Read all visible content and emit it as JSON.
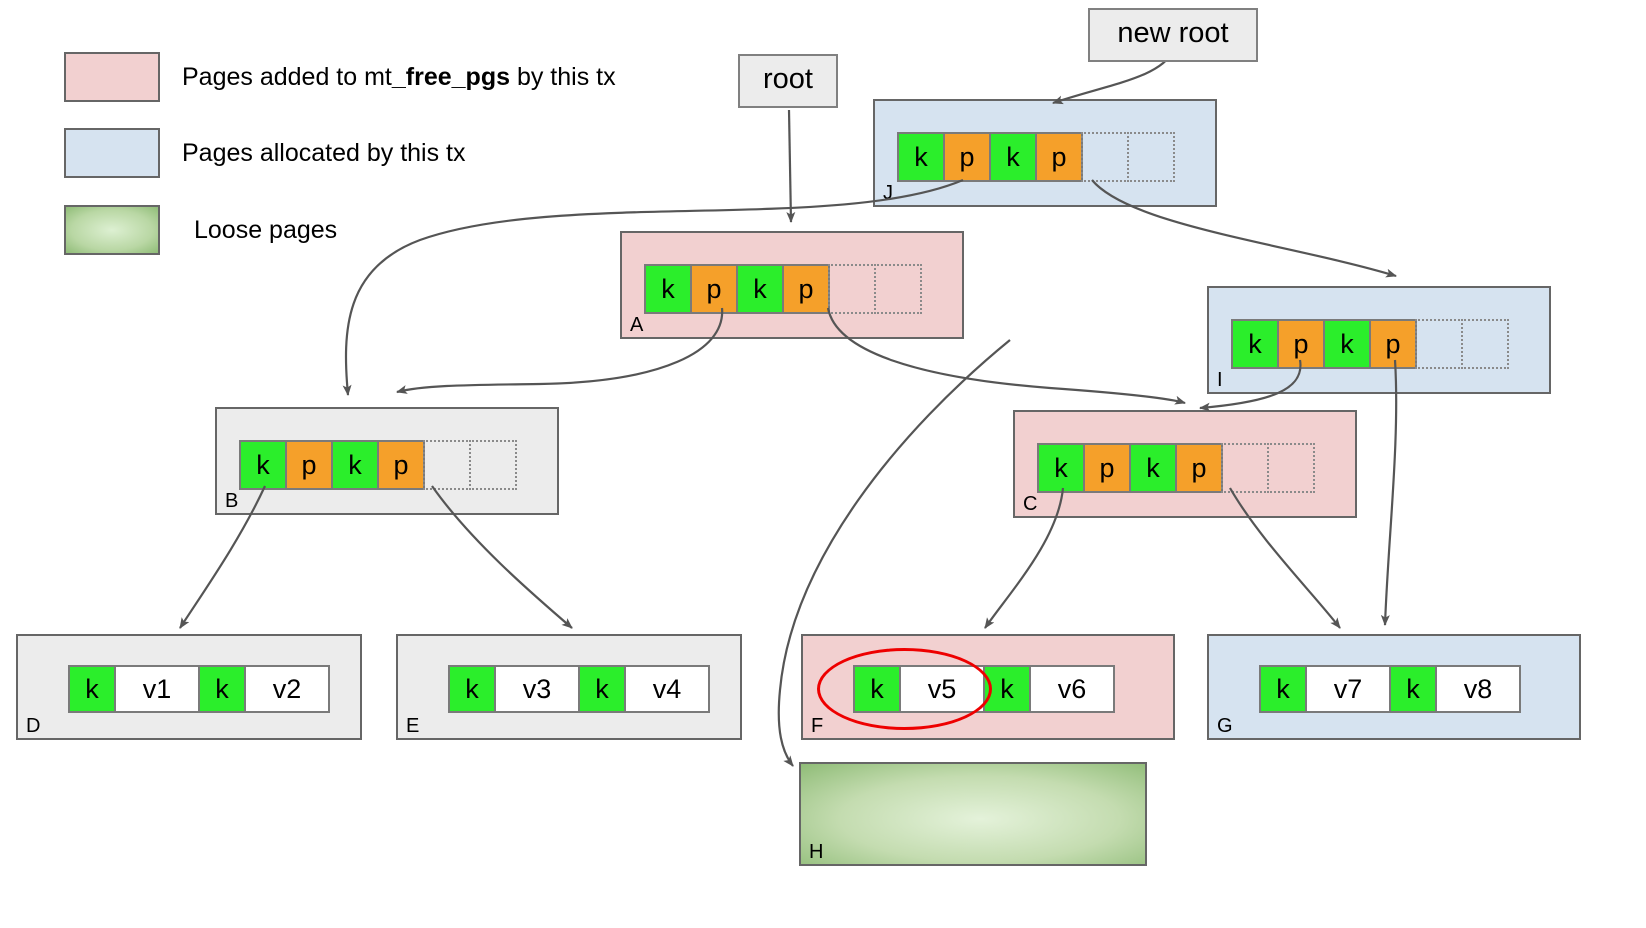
{
  "diagram": {
    "title": "B-tree copy-on-write page allocation diagram",
    "colors": {
      "pink": "#f2d0d0",
      "blue": "#d6e3f0",
      "gray": "#ececec",
      "green": "#8fbc77",
      "key_cell": "#2bee2b",
      "ptr_cell": "#f5a02a",
      "highlight": "#ee0000"
    }
  },
  "legend": {
    "items": [
      {
        "swatch": "pink",
        "text_before": "Pages added to mt",
        "text_bold": "_free_pgs",
        "text_after": " by this tx"
      },
      {
        "swatch": "blue",
        "label": "Pages allocated by this tx"
      },
      {
        "swatch": "green",
        "label": "Loose pages"
      }
    ],
    "pink_label_before": "Pages added to mt",
    "pink_label_bold": "_free_pgs",
    "pink_label_after": " by this tx",
    "blue_label": "Pages allocated by this tx",
    "green_label": "Loose pages"
  },
  "callouts": {
    "root": "root",
    "new_root": "new root"
  },
  "nodes": {
    "J": {
      "letter": "J",
      "fill": "blue",
      "kind": "internal",
      "cells": [
        "k",
        "p",
        "k",
        "p"
      ],
      "empty_slots": 2
    },
    "A": {
      "letter": "A",
      "fill": "pink",
      "kind": "internal",
      "cells": [
        "k",
        "p",
        "k",
        "p"
      ],
      "empty_slots": 2
    },
    "I": {
      "letter": "I",
      "fill": "blue",
      "kind": "internal",
      "cells": [
        "k",
        "p",
        "k",
        "p"
      ],
      "empty_slots": 2
    },
    "B": {
      "letter": "B",
      "fill": "gray",
      "kind": "internal",
      "cells": [
        "k",
        "p",
        "k",
        "p"
      ],
      "empty_slots": 2
    },
    "C": {
      "letter": "C",
      "fill": "pink",
      "kind": "internal",
      "cells": [
        "k",
        "p",
        "k",
        "p"
      ],
      "empty_slots": 2
    },
    "D": {
      "letter": "D",
      "fill": "gray",
      "kind": "leaf",
      "pairs": [
        {
          "k": "k",
          "v": "v1"
        },
        {
          "k": "k",
          "v": "v2"
        }
      ]
    },
    "E": {
      "letter": "E",
      "fill": "gray",
      "kind": "leaf",
      "pairs": [
        {
          "k": "k",
          "v": "v3"
        },
        {
          "k": "k",
          "v": "v4"
        }
      ]
    },
    "F": {
      "letter": "F",
      "fill": "pink",
      "kind": "leaf",
      "pairs": [
        {
          "k": "k",
          "v": "v5"
        },
        {
          "k": "k",
          "v": "v6"
        }
      ],
      "highlighted_pair": 0
    },
    "G": {
      "letter": "G",
      "fill": "blue",
      "kind": "leaf",
      "pairs": [
        {
          "k": "k",
          "v": "v7"
        },
        {
          "k": "k",
          "v": "v8"
        }
      ]
    },
    "H": {
      "letter": "H",
      "fill": "loose",
      "kind": "loose"
    }
  },
  "edges": [
    {
      "from": "root-callout",
      "to": "A"
    },
    {
      "from": "new-root-callout",
      "to": "J"
    },
    {
      "from": "J",
      "to": "B"
    },
    {
      "from": "J",
      "to": "I"
    },
    {
      "from": "A",
      "to": "B"
    },
    {
      "from": "A",
      "to": "C"
    },
    {
      "from": "I",
      "to": "C"
    },
    {
      "from": "I",
      "to": "G"
    },
    {
      "from": "B",
      "to": "D"
    },
    {
      "from": "B",
      "to": "E"
    },
    {
      "from": "C",
      "to": "F"
    },
    {
      "from": "C",
      "to": "G"
    },
    {
      "from": "F",
      "to": "H"
    }
  ]
}
